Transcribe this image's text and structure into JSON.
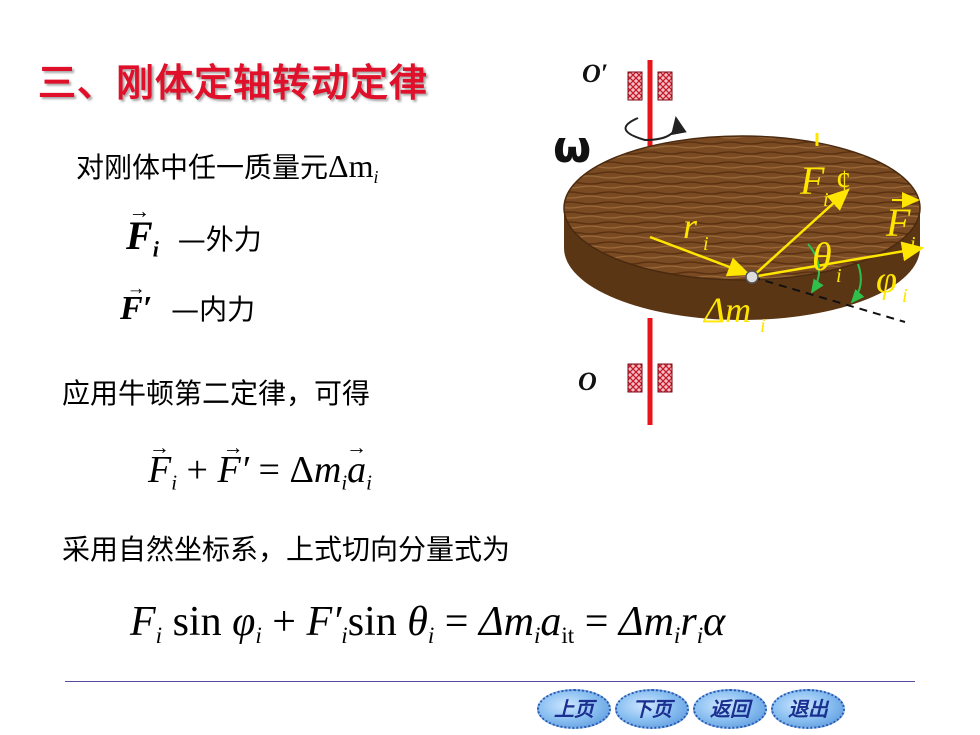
{
  "title": "三、刚体定轴转动定律",
  "intro": {
    "text": "对刚体中任一质量元",
    "delta_mass": "Δm",
    "sub": "i"
  },
  "forces": {
    "external": {
      "symbol": "F",
      "sub": "i",
      "label": "—外力"
    },
    "internal": {
      "symbol": "F′",
      "label": "—内力"
    }
  },
  "apply_text": "应用牛顿第二定律，可得",
  "equation1": {
    "lhs_a": "F",
    "lhs_a_sub": "i",
    "plus": "+",
    "lhs_b": "F′",
    "equals": "=",
    "delta": "Δ",
    "m": "m",
    "m_sub": "i",
    "a": "a",
    "a_sub": "i"
  },
  "natural_coord_text": "采用自然坐标系，上式切向分量式为",
  "equation2": {
    "f1": "F",
    "f1_sub": "i",
    "sin1": "sin",
    "phi": "φ",
    "phi_sub": "i",
    "plus": "+",
    "f2": "F′",
    "f2_sub": "i",
    "sin2": "sin",
    "theta": "θ",
    "theta_sub": "i",
    "eq1": "=",
    "d1": "Δm",
    "d1_sub": "i",
    "a": "a",
    "a_sub": "it",
    "eq2": "=",
    "d2": "Δm",
    "d2_sub": "i",
    "r": "r",
    "r_sub": "i",
    "alpha": "α"
  },
  "diagram": {
    "axis_top_label": "O′",
    "axis_bottom_label": "O",
    "omega": "ω",
    "r_label": "r",
    "r_sub": "i",
    "F_prime_label": "F",
    "F_prime_sub": "i",
    "F_prime_mark": "¢",
    "F_label": "F",
    "F_sub": "i",
    "theta_label": "θ",
    "theta_sub": "i",
    "phi_label": "φ",
    "phi_sub": "i",
    "mass_label": "Δm",
    "mass_sub": "i",
    "colors": {
      "axis": "#e8141a",
      "disk": "#7a4a22",
      "vector": "#ffe600",
      "angle": "#2ec04a"
    }
  },
  "nav": {
    "prev": "上页",
    "next": "下页",
    "back": "返回",
    "exit": "退出"
  }
}
